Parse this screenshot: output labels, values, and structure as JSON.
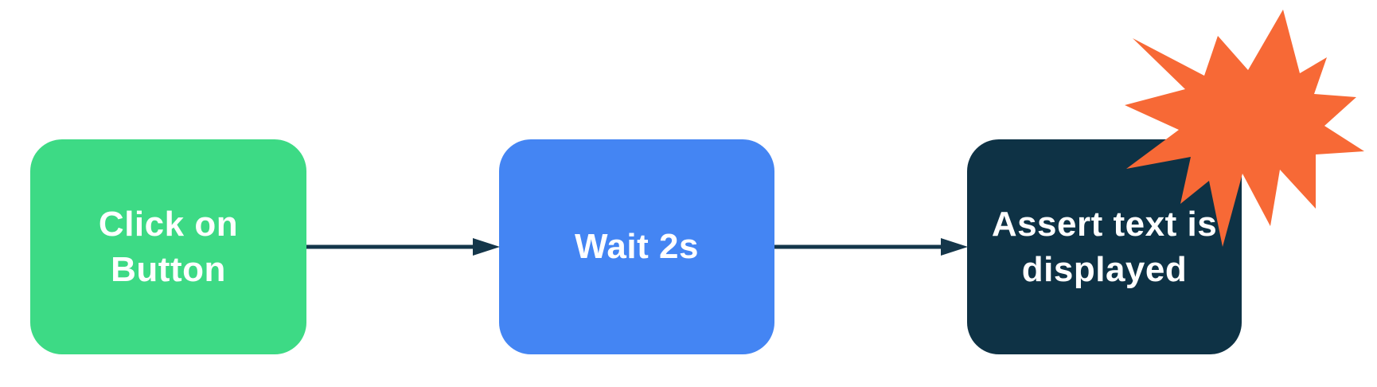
{
  "colors": {
    "background": "#ffffff",
    "arrow": "#14364a",
    "burst": "#f76936"
  },
  "nodes": [
    {
      "label": "Click on Button",
      "color": "#3dda85",
      "text_color": "#ffffff"
    },
    {
      "label": "Wait 2s",
      "color": "#4485f3",
      "text_color": "#ffffff"
    },
    {
      "label": "Assert text is displayed",
      "color": "#0e3245",
      "text_color": "#ffffff"
    }
  ],
  "connectors": [
    {
      "from": "Click on Button",
      "to": "Wait 2s"
    },
    {
      "from": "Wait 2s",
      "to": "Assert text is displayed"
    }
  ],
  "icons": {
    "burst": "explosion-starburst"
  }
}
